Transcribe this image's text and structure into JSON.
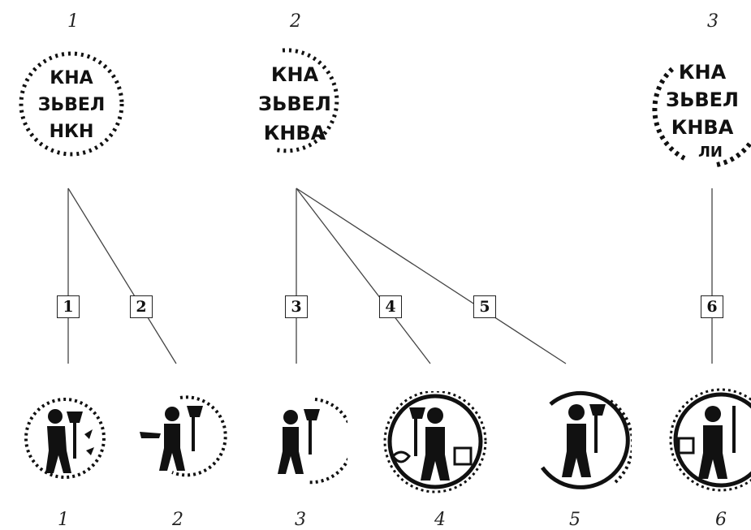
{
  "top_numbers": [
    "1",
    "2",
    "3"
  ],
  "bottom_numbers": [
    "1",
    "2",
    "3",
    "4",
    "5",
    "6"
  ],
  "link_labels": [
    "1",
    "2",
    "3",
    "4",
    "5",
    "6"
  ],
  "inscriptions": {
    "seal_1": [
      "КНА",
      "ЗЬВЕЛ",
      "НКН"
    ],
    "seal_2": [
      "КНА",
      "ЗЬВЕЛ",
      "КНВА"
    ],
    "seal_3": [
      "КНА",
      "ЗЬВЕЛ",
      "КНВА",
      "ЛИ"
    ]
  }
}
